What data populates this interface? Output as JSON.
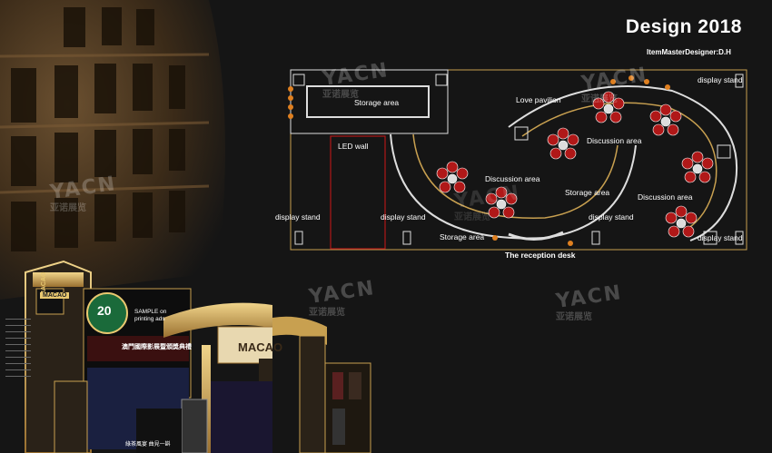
{
  "header": {
    "title": "Design 2018",
    "designer": "ItemMasterDesigner:D.H"
  },
  "plan_labels": {
    "display_stand_top_right": "display stand",
    "storage_area_top": "Storage area",
    "love_pavilion": "Love pavilion",
    "discussion_area_top": "Discussion area",
    "led_wall": "LED wall",
    "discussion_area_middle": "Discussion area",
    "storage_area_middle": "Storage area",
    "discussion_area_right": "Discussion area",
    "display_stand_left": "display stand",
    "display_stand_middle": "display stand",
    "display_stand_lower": "display stand",
    "display_stand_bottom_right": "display stand",
    "storage_area_bottom": "Storage area",
    "reception_desk": "The reception desk"
  },
  "watermark": {
    "latin": "YACN",
    "chinese": "亚诺展览"
  },
  "render": {
    "booth_sign": "MACAO",
    "booth_side_sign": "MACAO",
    "anniversary": "20",
    "sample_text": "SAMPLE on printing ads",
    "chinese_banner": "澳門國際影展暨頒獎典禮",
    "bottom_banner": "綠茶風宴 曲見一斟"
  },
  "colors": {
    "background": "#151515",
    "plan_outline": "#c8a050",
    "chair_red": "#b01818",
    "gold": "#c8a050"
  }
}
